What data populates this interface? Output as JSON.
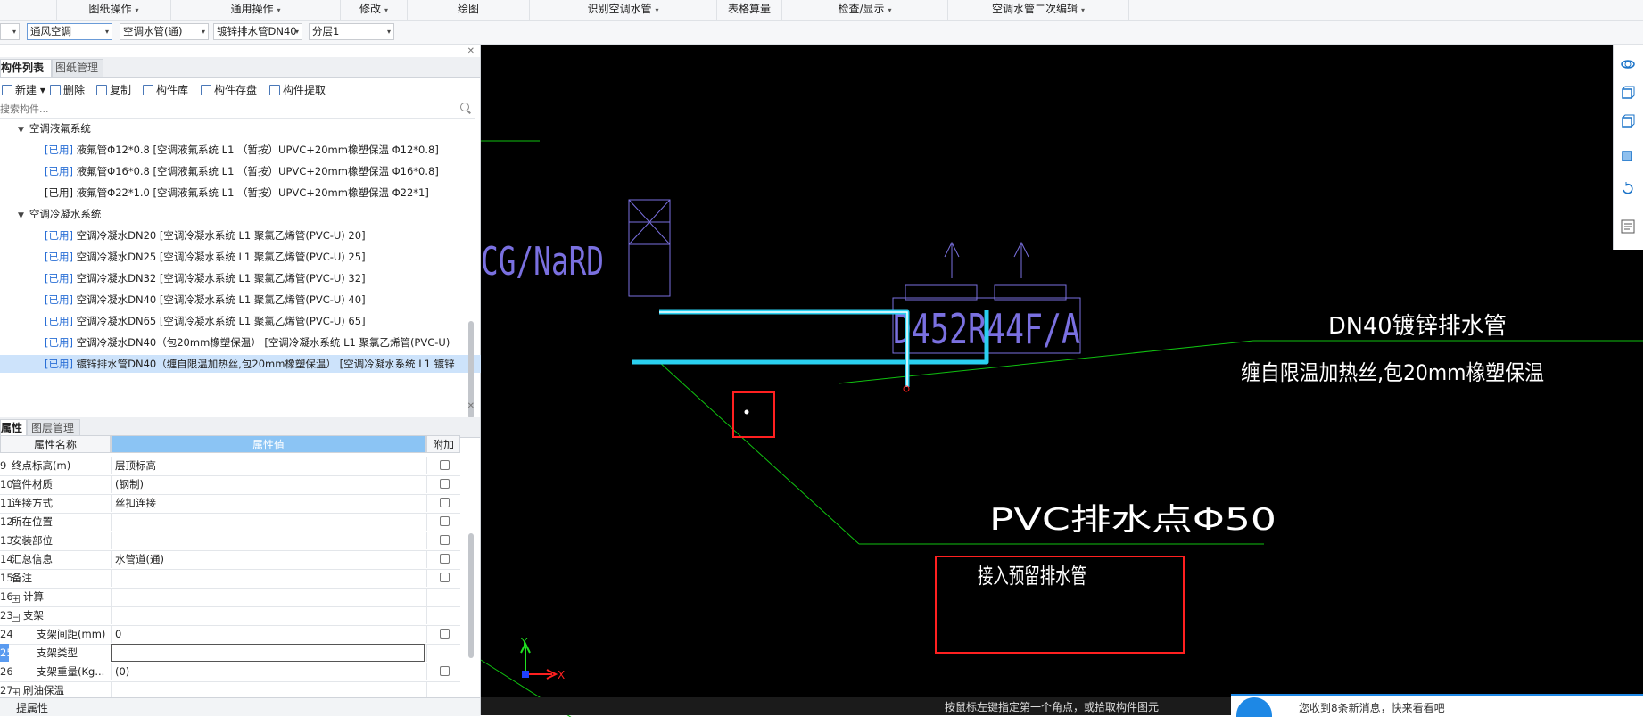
{
  "menubar": [
    {
      "label": "图纸操作",
      "has_arrow": true
    },
    {
      "label": "通用操作",
      "has_arrow": true
    },
    {
      "label": "修改",
      "has_arrow": true
    },
    {
      "label": "绘图",
      "has_arrow": false
    },
    {
      "label": "识别空调水管",
      "has_arrow": true
    },
    {
      "label": "表格算量",
      "has_arrow": false
    },
    {
      "label": "检查/显示",
      "has_arrow": true
    },
    {
      "label": "空调水管二次编辑",
      "has_arrow": true
    }
  ],
  "filters": {
    "system": "通风空调",
    "type": "空调水管(通)",
    "component": "镀锌排水管DN40",
    "layer": "分层1"
  },
  "left_panel": {
    "tabs": [
      "构件列表",
      "图纸管理"
    ],
    "toolbar": {
      "new": "新建",
      "delete": "删除",
      "copy": "复制",
      "library": "构件库",
      "save": "构件存盘",
      "extract": "构件提取"
    },
    "search_placeholder": "搜索构件..."
  },
  "tree": [
    {
      "kind": "group",
      "label": "空调液氟系统"
    },
    {
      "kind": "leaf",
      "tag": "[已用]",
      "tag_color": "blue",
      "label": "液氟管Φ12*0.8 [空调液氟系统 L1 （暂按）UPVC+20mm橡塑保温 Φ12*0.8]"
    },
    {
      "kind": "leaf",
      "tag": "[已用]",
      "tag_color": "blue",
      "label": "液氟管Φ16*0.8 [空调液氟系统 L1 （暂按）UPVC+20mm橡塑保温 Φ16*0.8]"
    },
    {
      "kind": "leaf",
      "tag": "[已用]",
      "tag_color": "black",
      "label": "液氟管Φ22*1.0 [空调液氟系统 L1 （暂按）UPVC+20mm橡塑保温 Φ22*1]"
    },
    {
      "kind": "group",
      "label": "空调冷凝水系统"
    },
    {
      "kind": "leaf",
      "tag": "[已用]",
      "tag_color": "blue",
      "label": "空调冷凝水DN20 [空调冷凝水系统 L1 聚氯乙烯管(PVC-U) 20]"
    },
    {
      "kind": "leaf",
      "tag": "[已用]",
      "tag_color": "blue",
      "label": "空调冷凝水DN25 [空调冷凝水系统 L1 聚氯乙烯管(PVC-U) 25]"
    },
    {
      "kind": "leaf",
      "tag": "[已用]",
      "tag_color": "blue",
      "label": "空调冷凝水DN32 [空调冷凝水系统 L1 聚氯乙烯管(PVC-U) 32]"
    },
    {
      "kind": "leaf",
      "tag": "[已用]",
      "tag_color": "blue",
      "label": "空调冷凝水DN40 [空调冷凝水系统 L1 聚氯乙烯管(PVC-U) 40]"
    },
    {
      "kind": "leaf",
      "tag": "[已用]",
      "tag_color": "blue",
      "label": "空调冷凝水DN65 [空调冷凝水系统 L1 聚氯乙烯管(PVC-U) 65]"
    },
    {
      "kind": "leaf",
      "tag": "[已用]",
      "tag_color": "blue",
      "label": "空调冷凝水DN40（包20mm橡塑保温） [空调冷凝水系统 L1 聚氯乙烯管(PVC-U)"
    },
    {
      "kind": "leaf",
      "tag": "[已用]",
      "tag_color": "blue",
      "label": "镀锌排水管DN40（缠自限温加热丝,包20mm橡塑保温） [空调冷凝水系统 L1 镀锌",
      "selected": true
    }
  ],
  "props": {
    "tabs": [
      "属性",
      "图层管理"
    ],
    "headers": {
      "name": "属性名称",
      "value": "属性值",
      "extra": "附加"
    },
    "rows": [
      {
        "no": "9",
        "name": "终点标高(m)",
        "value": "层顶标高",
        "check": true
      },
      {
        "no": "10",
        "name": "管件材质",
        "value": "(钢制)",
        "check": true
      },
      {
        "no": "11",
        "name": "连接方式",
        "value": "丝扣连接",
        "check": true
      },
      {
        "no": "12",
        "name": "所在位置",
        "value": "",
        "check": true
      },
      {
        "no": "13",
        "name": "安装部位",
        "value": "",
        "check": true
      },
      {
        "no": "14",
        "name": "汇总信息",
        "value": "水管道(通)",
        "check": true
      },
      {
        "no": "15",
        "name": "备注",
        "value": "",
        "check": true
      },
      {
        "no": "16",
        "name": "计算",
        "value": "",
        "check": false,
        "expander": "+"
      },
      {
        "no": "23",
        "name": "支架",
        "value": "",
        "check": false,
        "expander": "−"
      },
      {
        "no": "24",
        "name": "支架间距(mm)",
        "value": "0",
        "check": true,
        "indent": true
      },
      {
        "no": "25",
        "name": "支架类型",
        "value": "",
        "check": false,
        "indent": true,
        "editing": true
      },
      {
        "no": "26",
        "name": "支架重量(Kg...",
        "value": "(0)",
        "check": true,
        "indent": true
      },
      {
        "no": "27",
        "name": "刷油保温",
        "value": "",
        "check": false,
        "expander": "+"
      }
    ],
    "bottom_tab": "提属性"
  },
  "canvas": {
    "left_text": "CG/NaRD",
    "unit_label": "D452R44F/A",
    "note1": "DN40镀锌排水管",
    "note2": "缠自限温加热丝,包20mm橡塑保温",
    "note3": "PVC排水点Φ50",
    "note4": "接入预留排水管",
    "axis_x": "X",
    "axis_y": "Y",
    "colors": {
      "pipe": "#2ad0f0",
      "marker": "#ff2020",
      "leader": "#10c010",
      "drawing": "#7a70e0"
    }
  },
  "status": {
    "hint": "按鼠标左键指定第一个角点，或拾取构件图元",
    "notify": "您收到8条新消息，快来看看吧"
  }
}
